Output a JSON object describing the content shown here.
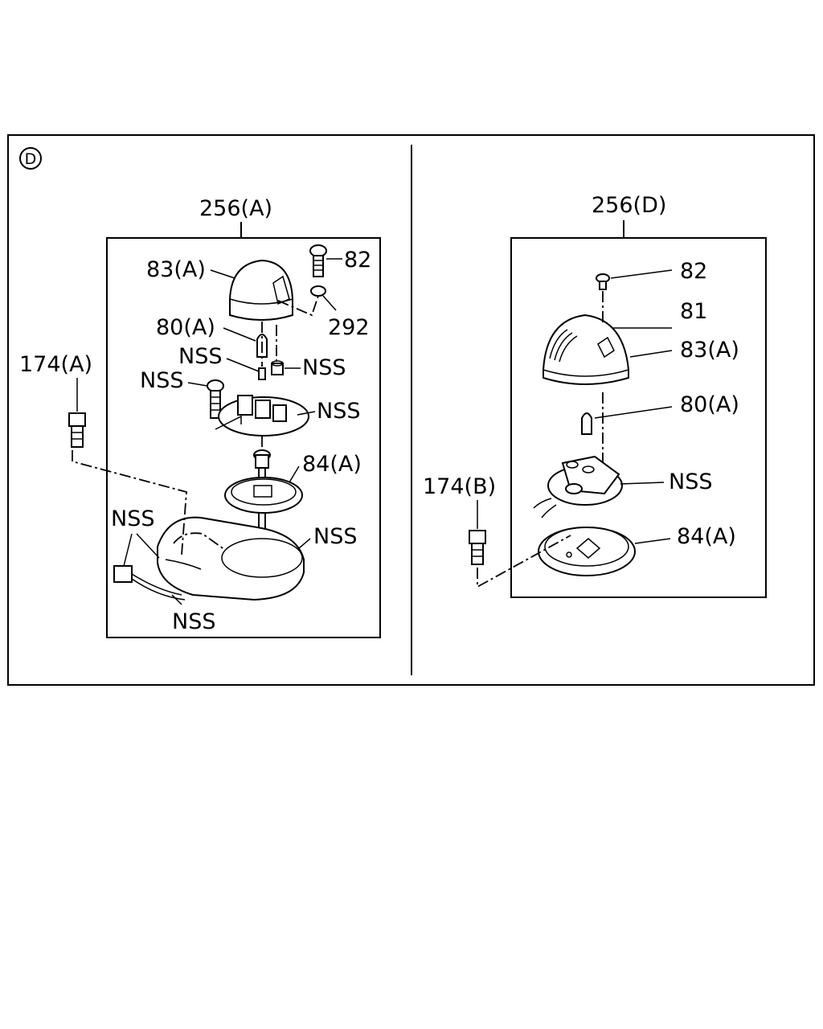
{
  "section_marker": "D",
  "left_panel": {
    "assembly_label": "256(A)",
    "labels": {
      "l82": "82",
      "l83a": "83(A)",
      "l292": "292",
      "l80a": "80(A)",
      "nss_socket": "NSS",
      "nss_nut": "NSS",
      "nss_screw": "NSS",
      "nss_holder": "NSS",
      "l84a": "84(A)",
      "nss_base": "NSS",
      "nss_harness": "NSS",
      "nss_wire": "NSS",
      "l174a": "174(A)"
    }
  },
  "right_panel": {
    "assembly_label": "256(D)",
    "labels": {
      "l82": "82",
      "l81": "81",
      "l83a": "83(A)",
      "l80a": "80(A)",
      "nss_holder": "NSS",
      "l84a": "84(A)",
      "l174b": "174(B)"
    }
  }
}
